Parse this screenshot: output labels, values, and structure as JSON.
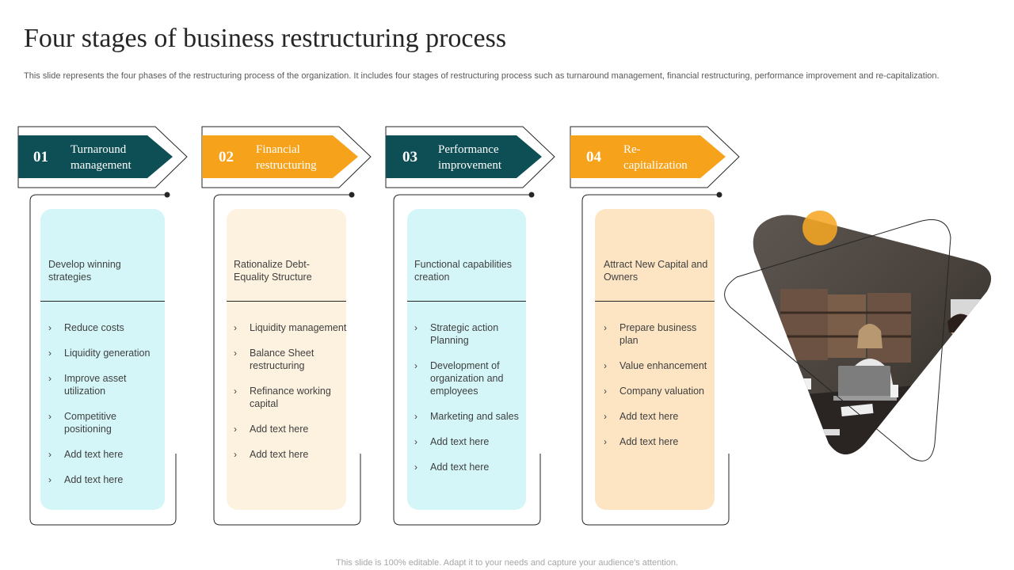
{
  "title": "Four stages of business restructuring process",
  "subtitle": "This slide represents the four phases of the restructuring process of the organization. It includes four stages of restructuring process such as turnaround management, financial restructuring, performance improvement and re-capitalization.",
  "footer": "This slide is 100% editable. Adapt it to your needs and capture your audience's attention.",
  "colors": {
    "teal": "#0d4f55",
    "orange": "#f7a21b",
    "light_cyan": "#d4f6f8",
    "light_cream": "#fdf2e0",
    "light_peach": "#fde5c4",
    "accent_circle": "#f5a623"
  },
  "stages": [
    {
      "number": "01",
      "name": "Turnaround\nmanagement",
      "card_title": "Develop winning strategies",
      "items": [
        "Reduce costs",
        "Liquidity generation",
        "Improve asset utilization",
        "Competitive positioning",
        "Add text here",
        "Add text here"
      ]
    },
    {
      "number": "02",
      "name": "Financial\nrestructuring",
      "card_title": "Rationalize Debt-Equality Structure",
      "items": [
        "Liquidity management",
        "Balance Sheet restructuring",
        "Refinance working capital",
        "Add text here",
        "Add text here"
      ]
    },
    {
      "number": "03",
      "name": "Performance\nimprovement",
      "card_title": "Functional capabilities creation",
      "items": [
        "Strategic action Planning",
        "Development of organization and employees",
        "Marketing and sales",
        "Add text here",
        "Add text here"
      ]
    },
    {
      "number": "04",
      "name": "Re-\ncapitalization",
      "card_title": "Attract New Capital and Owners",
      "items": [
        "Prepare business plan",
        "Value enhancement",
        "Company valuation",
        "Add text here",
        "Add text here"
      ]
    }
  ],
  "icons": {
    "bullet": "chevron-right-icon",
    "photo": "meeting-photo"
  }
}
